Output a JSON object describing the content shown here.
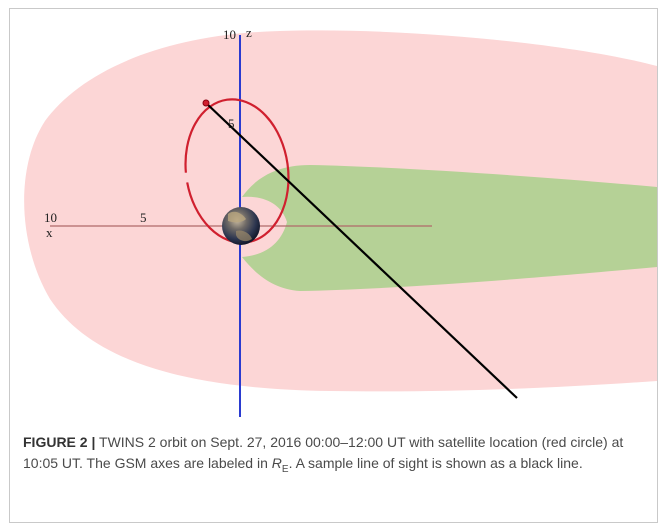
{
  "figure": {
    "axis_labels": {
      "z": "z",
      "x": "x",
      "z_tick_10": "10",
      "z_tick_5": "5",
      "x_tick_10": "10",
      "x_tick_5": "5"
    },
    "colors": {
      "magnetosphere": "#fcd6d6",
      "plasma_sheet": "#b5d196",
      "orbit": "#d0202f",
      "line_of_sight": "#000000",
      "x_axis": "#b06a6a",
      "z_axis": "#2a3bd0",
      "earth": "#3a4a6a"
    },
    "icons": {
      "earth": "earth-icon",
      "satellite": "satellite-marker"
    }
  },
  "caption": {
    "label": "FIGURE 2 |",
    "text_before_unit": " TWINS 2 orbit on Sept. 27, 2016 00:00–12:00 UT with satellite location (red circle) at 10:05 UT. The GSM axes are labeled in ",
    "unit_main": "R",
    "unit_sub": "E",
    "text_after_unit": ". A sample line of sight is shown as a black line."
  }
}
